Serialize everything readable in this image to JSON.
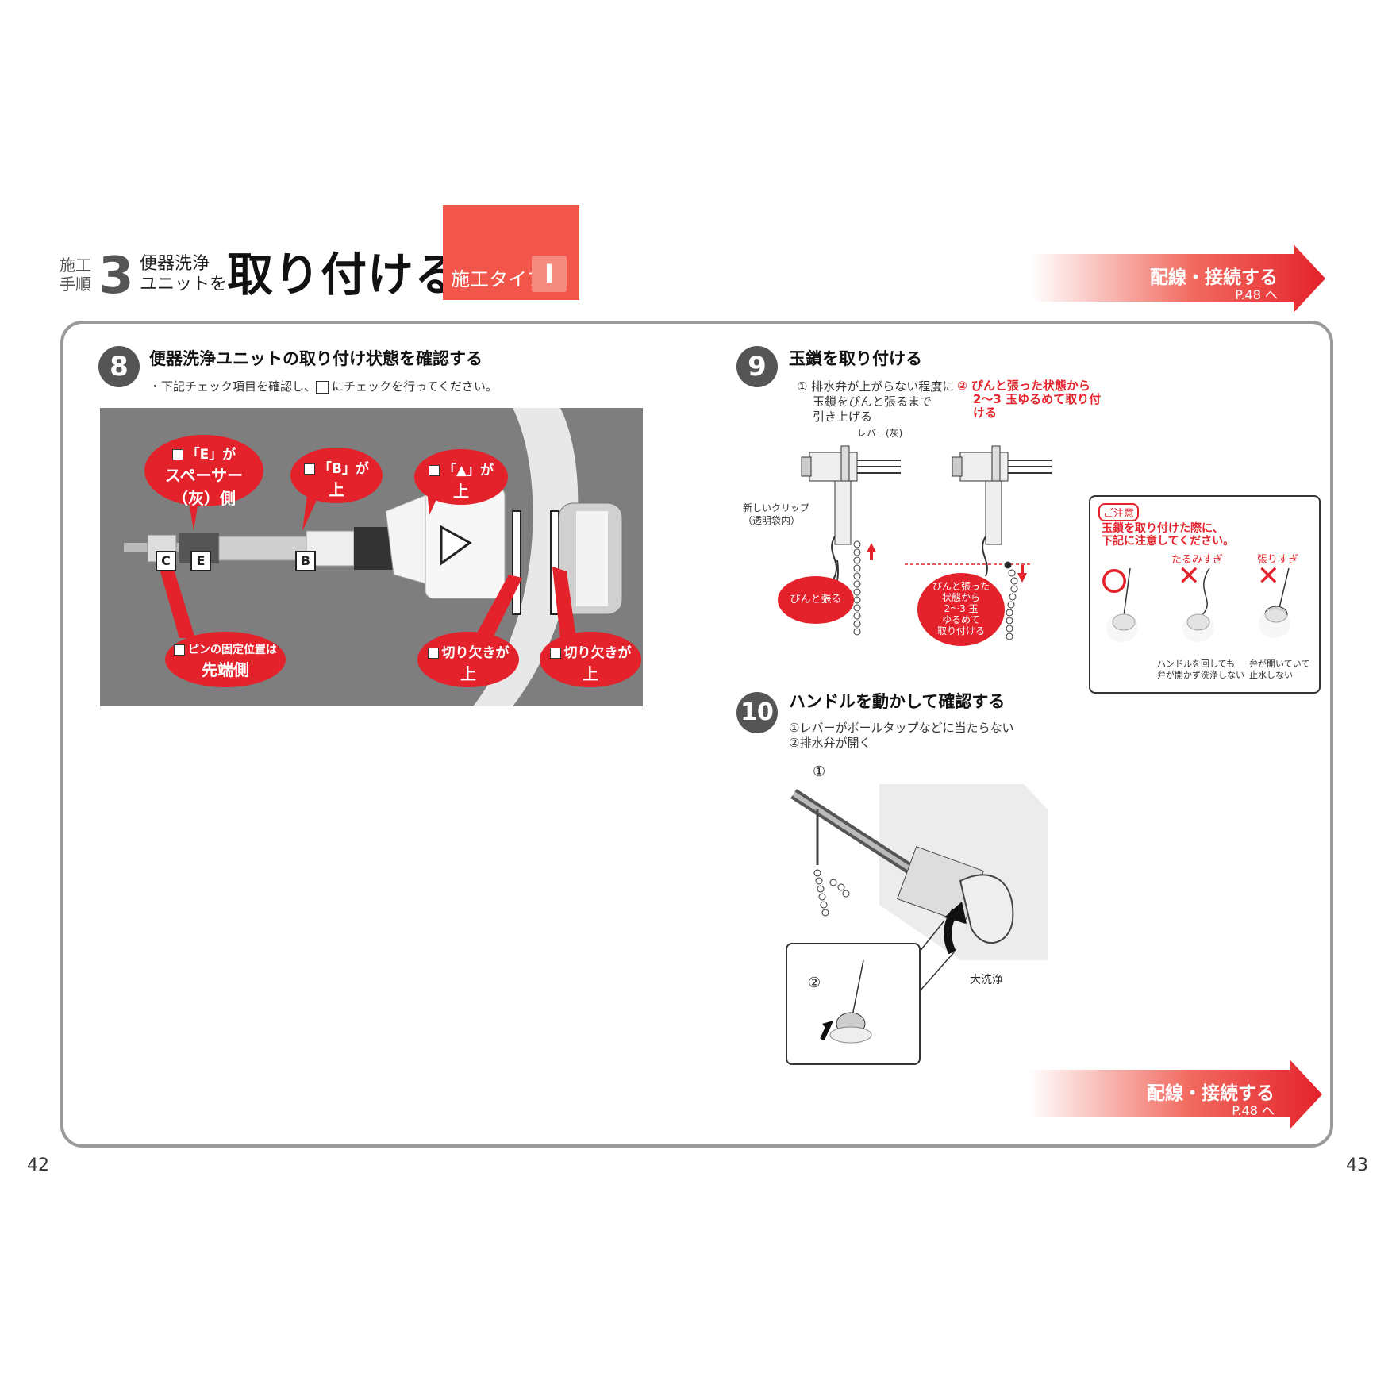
{
  "header": {
    "label_line1": "施工",
    "label_line2": "手順",
    "step_number": "3",
    "unit_line1": "便器洗浄",
    "unit_line2": "ユニットを",
    "title": "取り付ける",
    "type_label": "施工タイプ",
    "type_value": "I"
  },
  "links": {
    "top": {
      "title": "配線・接続する",
      "sub": "P.48 へ"
    },
    "bottom": {
      "title": "配線・接続する",
      "sub": "P.48 へ"
    }
  },
  "step8": {
    "number": "8",
    "title": "便器洗浄ユニットの取り付け状態を確認する",
    "instruction_pre": "・下記チェック項目を確認し、",
    "instruction_post": "にチェックを行ってください。",
    "bubbles": {
      "e_line1": "「E」が",
      "e_line2": "スペーサー",
      "e_line3": "（灰）側",
      "b_line1": "「B」が",
      "b_line2": "上",
      "tri_line1": "「▲」が",
      "tri_line2": "上",
      "pin_line1": "ピンの固定位置は",
      "pin_line2": "先端側",
      "notch1_line1": "切り欠きが",
      "notch1_line2": "上",
      "notch2_line1": "切り欠きが",
      "notch2_line2": "上"
    },
    "photo_marks": {
      "c": "C",
      "e": "E",
      "b": "B"
    }
  },
  "step9": {
    "number": "9",
    "title": "玉鎖を取り付ける",
    "note1_line1": "① 排水弁が上がらない程度に",
    "note1_line2": "玉鎖をぴんと張るまで",
    "note1_line3": "引き上げる",
    "note2_line1": "② ぴんと張った状態から",
    "note2_line2": "2～3 玉ゆるめて取り付",
    "note2_line3": "ける",
    "lever_label": "レバー(灰)",
    "clip_line1": "新しいクリップ",
    "clip_line2": "（透明袋内）",
    "bubble1": "ぴんと張る",
    "bubble2_line1": "ぴんと張った",
    "bubble2_line2": "状態から",
    "bubble2_line3": "2～3 玉",
    "bubble2_line4": "ゆるめて",
    "bubble2_line5": "取り付ける"
  },
  "caution": {
    "tag": "ご注意",
    "line1": "玉鎖を取り付けた際に、",
    "line2": "下記に注意してください。",
    "col2_label": "たるみすぎ",
    "col3_label": "張りすぎ",
    "ok_mark": "〇",
    "ng_mark": "✕",
    "col2_note_line1": "ハンドルを回しても",
    "col2_note_line2": "弁が開かず洗浄しない",
    "col3_note_line1": "弁が開いていて",
    "col3_note_line2": "止水しない"
  },
  "step10": {
    "number": "10",
    "title": "ハンドルを動かして確認する",
    "note1": "①レバーがボールタップなどに当たらない",
    "note2": "②排水弁が開く",
    "fig_label1": "①",
    "fig_label2": "②",
    "large_flush": "大洗浄"
  },
  "pages": {
    "left": "42",
    "right": "43"
  },
  "colors": {
    "accent": "#e4222b",
    "header_box": "#f2554a",
    "frame": "#9a9a9a"
  }
}
